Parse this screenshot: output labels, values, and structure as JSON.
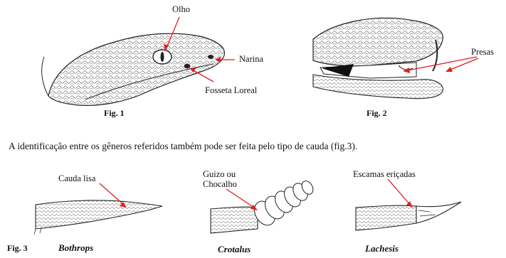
{
  "figure1": {
    "label_eye": "Olho",
    "label_nostril": "Narina",
    "label_pit": "Fosseta Loreal",
    "caption": "Fig. 1"
  },
  "figure2": {
    "label_fangs": "Presas",
    "caption": "Fig. 2"
  },
  "sentence": "A identificação entre os gêneros referidos também pode ser feita pelo tipo de cauda (fig.3).",
  "figure3": {
    "caption": "Fig. 3",
    "tails": [
      {
        "label": "Cauda lisa",
        "genus": "Bothrops"
      },
      {
        "label_line1": "Guizo ou",
        "label_line2": "Chocalho",
        "genus": "Crotalus"
      },
      {
        "label": "Escamas eriçadas",
        "genus": "Lachesis"
      }
    ]
  },
  "colors": {
    "arrow": "#e02020",
    "ink": "#222222"
  }
}
